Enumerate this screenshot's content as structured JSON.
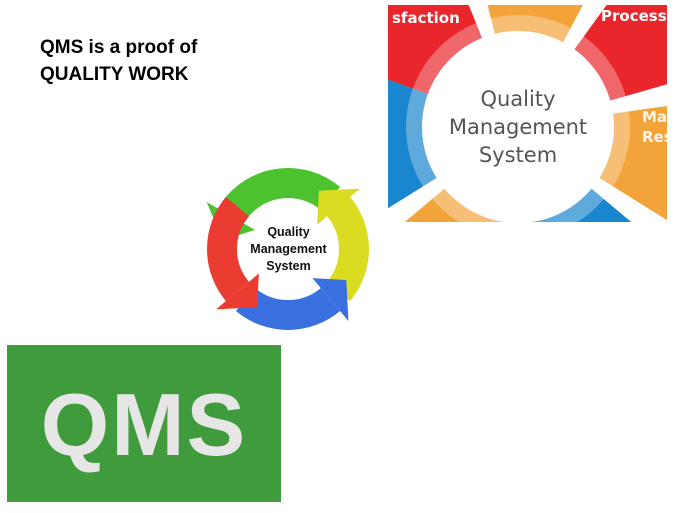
{
  "headline": {
    "line1": "QMS is a proof of",
    "line2": "QUALITY WORK"
  },
  "wheel": {
    "labels": {
      "satisfaction": "sfaction",
      "processes": "Processe",
      "management_1": "Ma",
      "management_2": "Res"
    },
    "center": [
      "Quality",
      "Management",
      "System"
    ],
    "colors": {
      "red": "#e8262b",
      "orange": "#f2a43a",
      "blue": "#1a86cf"
    }
  },
  "cycle": {
    "center": [
      "Quality",
      "Management",
      "System"
    ],
    "colors": {
      "green": "#4cc22f",
      "yellow": "#d9dc21",
      "blue": "#3a6fe0",
      "red": "#ea3c30"
    }
  },
  "logo": {
    "text": "QMS",
    "background": "#3f9b3c"
  }
}
